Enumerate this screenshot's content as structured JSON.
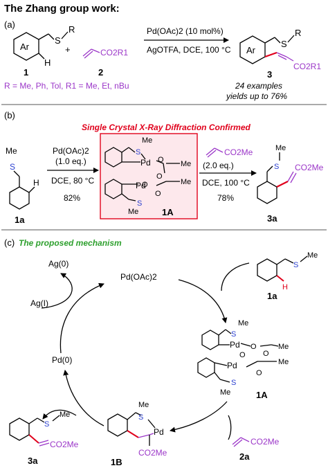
{
  "header": {
    "title": "The Zhang group work:",
    "part_a": "(a)",
    "part_b": "(b)",
    "part_c": "(c)"
  },
  "section_a": {
    "ar": "Ar",
    "h": "H",
    "s": "S",
    "r": "R",
    "plus": "+",
    "ester": "CO2R1",
    "conditions_line1": "Pd(OAc)2 (10 mol%)",
    "conditions_line2": "AgOTFA, DCE, 100 °C",
    "label_1": "1",
    "label_2": "2",
    "label_3": "3",
    "scope": "R = Me, Ph, Tol, R1 = Me, Et, nBu",
    "examples": "24 examples",
    "yields": "yields up to 76%"
  },
  "section_b": {
    "banner": "Single Crystal X-Ray Diffraction Confirmed",
    "me": "Me",
    "s": "S",
    "h": "H",
    "pd": "Pd",
    "o": "O",
    "reagent1_line1": "Pd(OAc)2",
    "reagent1_line2": "(1.0 eq.)",
    "cond1": "DCE, 80 °C",
    "yield1": "82%",
    "reagent2": "(2.0 eq.)",
    "cond2": "DCE, 100 °C",
    "yield2": "78%",
    "ester": "CO2Me",
    "label_1a": "1a",
    "label_1A": "1A",
    "label_3a": "3a"
  },
  "section_c": {
    "heading": "The proposed mechanism",
    "ag0": "Ag(0)",
    "agI": "Ag(I)",
    "pdoac": "Pd(OAc)2",
    "pd0": "Pd(0)",
    "pd": "Pd",
    "s": "S",
    "me": "Me",
    "h": "H",
    "o": "O",
    "ester": "CO2Me",
    "label_1a": "1a",
    "label_1A": "1A",
    "label_1B": "1B",
    "label_2a": "2a",
    "label_3a": "3a"
  },
  "colors": {
    "red": "#e0001b",
    "purple": "#9b36c8",
    "blue": "#2a3fd0",
    "green": "#2ea02e",
    "frame_fill": "#fde8ec"
  }
}
